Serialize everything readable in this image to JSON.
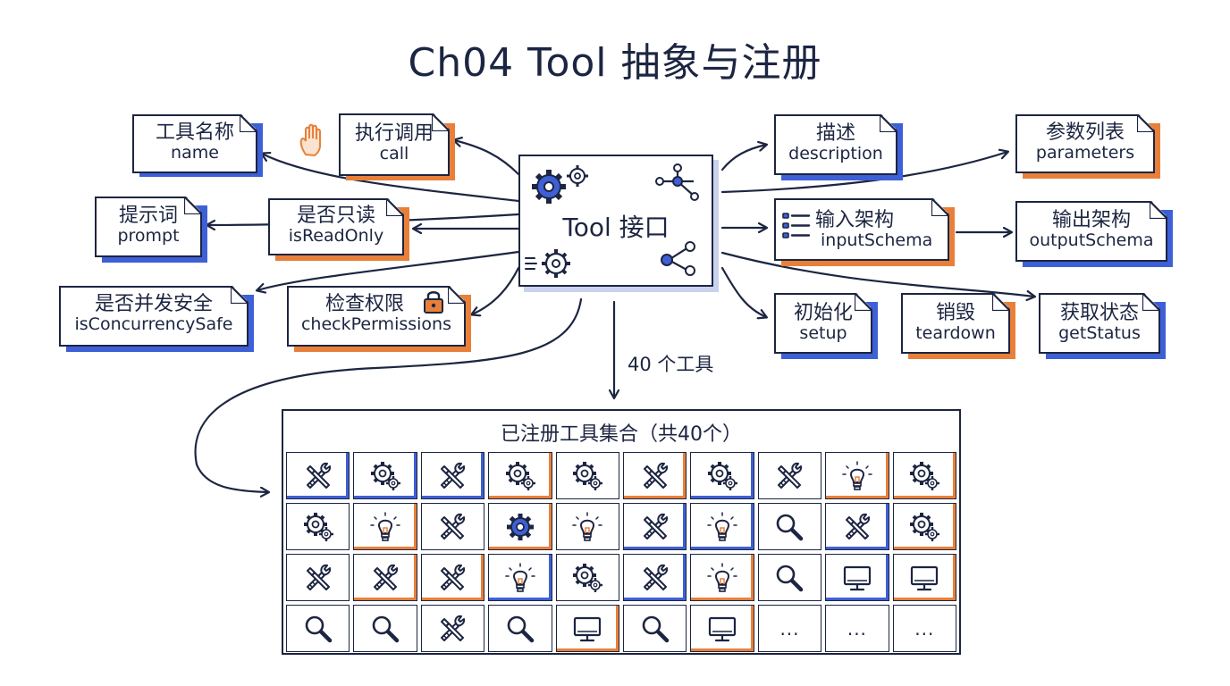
{
  "title": "Ch04 Tool 抽象与注册",
  "center": {
    "label": "Tool 接口"
  },
  "nodes": {
    "name": {
      "zh": "工具名称",
      "en": "name"
    },
    "call": {
      "zh": "执行调用",
      "en": "call"
    },
    "prompt": {
      "zh": "提示词",
      "en": "prompt"
    },
    "isReadOnly": {
      "zh": "是否只读",
      "en": "isReadOnly"
    },
    "isConcurrencySafe": {
      "zh": "是否并发安全",
      "en": "isConcurrencySafe"
    },
    "checkPermissions": {
      "zh": "检查权限",
      "en": "checkPermissions"
    },
    "description": {
      "zh": "描述",
      "en": "description"
    },
    "parameters": {
      "zh": "参数列表",
      "en": "parameters"
    },
    "inputSchema": {
      "zh": "输入架构",
      "en": "inputSchema"
    },
    "outputSchema": {
      "zh": "输出架构",
      "en": "outputSchema"
    },
    "setup": {
      "zh": "初始化",
      "en": "setup"
    },
    "teardown": {
      "zh": "销毁",
      "en": "teardown"
    },
    "getStatus": {
      "zh": "获取状态",
      "en": "getStatus"
    }
  },
  "count_label": "40 个工具",
  "registry": {
    "title": "已注册工具集合（共40个）",
    "cells": [
      {
        "icon": "wrench-icon",
        "accent": "blue"
      },
      {
        "icon": "gear-icon",
        "accent": "blue"
      },
      {
        "icon": "wrench-icon",
        "accent": "blue"
      },
      {
        "icon": "gear-icon",
        "accent": "orange"
      },
      {
        "icon": "gear-icon",
        "accent": "none"
      },
      {
        "icon": "wrench-icon",
        "accent": "orange"
      },
      {
        "icon": "gear-icon",
        "accent": "blue"
      },
      {
        "icon": "wrench-icon",
        "accent": "none"
      },
      {
        "icon": "bulb-icon",
        "accent": "orange"
      },
      {
        "icon": "gear-icon",
        "accent": "orange"
      },
      {
        "icon": "gear-icon",
        "accent": "none"
      },
      {
        "icon": "bulb-icon",
        "accent": "orange"
      },
      {
        "icon": "wrench-icon",
        "accent": "none"
      },
      {
        "icon": "gear-solid-icon",
        "accent": "orange"
      },
      {
        "icon": "bulb-icon",
        "accent": "none"
      },
      {
        "icon": "wrench-icon",
        "accent": "blue"
      },
      {
        "icon": "bulb-icon",
        "accent": "blue"
      },
      {
        "icon": "magnifier-icon",
        "accent": "none"
      },
      {
        "icon": "wrench-icon",
        "accent": "blue"
      },
      {
        "icon": "gear-icon",
        "accent": "orange"
      },
      {
        "icon": "wrench-icon",
        "accent": "none"
      },
      {
        "icon": "wrench-icon",
        "accent": "orange"
      },
      {
        "icon": "wrench-icon",
        "accent": "orange"
      },
      {
        "icon": "bulb-icon",
        "accent": "blue"
      },
      {
        "icon": "gear-icon",
        "accent": "none"
      },
      {
        "icon": "wrench-icon",
        "accent": "blue"
      },
      {
        "icon": "bulb-icon",
        "accent": "orange"
      },
      {
        "icon": "magnifier-icon",
        "accent": "none"
      },
      {
        "icon": "monitor-icon",
        "accent": "blue"
      },
      {
        "icon": "monitor-icon",
        "accent": "orange"
      },
      {
        "icon": "magnifier-icon",
        "accent": "none"
      },
      {
        "icon": "magnifier-icon",
        "accent": "none"
      },
      {
        "icon": "wrench-icon",
        "accent": "none"
      },
      {
        "icon": "magnifier-icon",
        "accent": "none"
      },
      {
        "icon": "monitor-icon",
        "accent": "orange"
      },
      {
        "icon": "magnifier-icon",
        "accent": "none"
      },
      {
        "icon": "monitor-icon",
        "accent": "orange"
      },
      {
        "icon": "ellipsis",
        "accent": "none",
        "text": "..."
      },
      {
        "icon": "ellipsis",
        "accent": "none",
        "text": "..."
      },
      {
        "icon": "ellipsis",
        "accent": "none",
        "text": "..."
      }
    ]
  },
  "colors": {
    "ink": "#1c2541",
    "blue": "#3e60d6",
    "orange": "#e8803a",
    "light_blue": "#c9d2ee"
  }
}
